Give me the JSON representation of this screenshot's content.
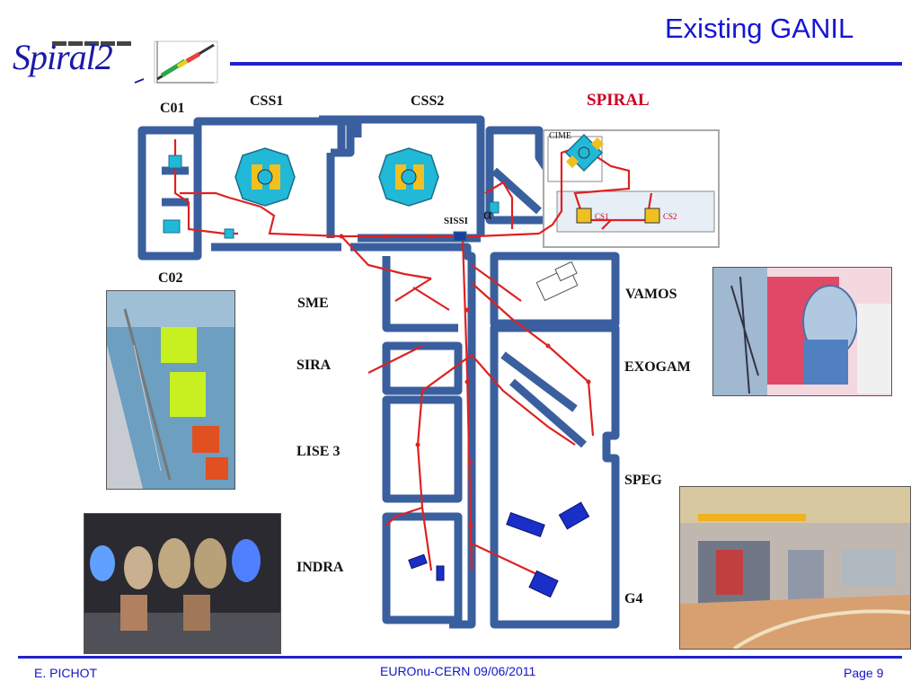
{
  "header": {
    "title": "Existing GANIL",
    "logo_text": "Spiral2"
  },
  "diagram": {
    "labels": {
      "c01": "C01",
      "c02": "C02",
      "css1": "CSS1",
      "css2": "CSS2",
      "spiral": "SPIRAL",
      "cime": "CIME",
      "sissi": "SISSI",
      "alpha": "α",
      "cs1": "CS1",
      "cs2": "CS2",
      "sme": "SME",
      "sira": "SIRA",
      "lise3": "LISE 3",
      "indra": "INDRA",
      "vamos": "VAMOS",
      "exogam": "EXOGAM",
      "speg": "SPEG",
      "g4": "G4"
    }
  },
  "footer": {
    "author": "E. PICHOT",
    "event": "EUROnu-CERN 09/06/2011",
    "page": "Page 9"
  },
  "colors": {
    "accent": "#2222cc",
    "wall": "#3a5f9e",
    "beamline": "#dd2222",
    "cyclotron": "#22b8d8",
    "magnet": "#f0c020"
  }
}
